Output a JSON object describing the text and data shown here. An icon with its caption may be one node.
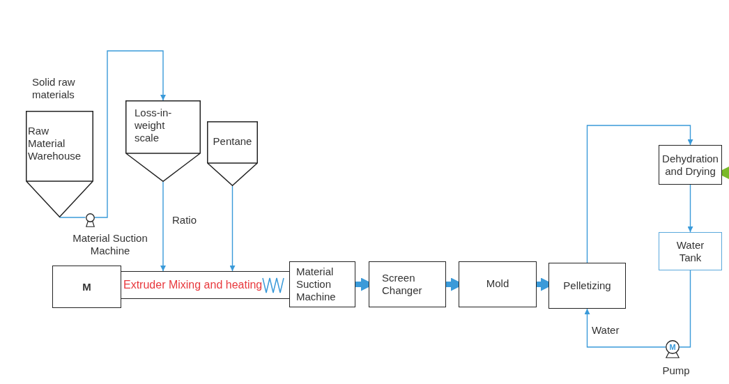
{
  "diagram": {
    "nodes": [
      {
        "text": [
          "Raw Material Warehouse"
        ],
        "beside": [
          "Solid raw materials"
        ]
      },
      {
        "text": [],
        "shape": "circle",
        "beside": [
          "Material Suction Machine"
        ]
      },
      {
        "text": [
          "Loss-in-weight scale"
        ]
      },
      {
        "text": [
          "Pentane"
        ]
      },
      {
        "text": [
          "M"
        ]
      },
      {
        "text": [
          "Extruder Mixing and heating"
        ]
      },
      {
        "text": [
          "Material Suction Machine"
        ]
      },
      {
        "text": [
          "Screen Changer"
        ]
      },
      {
        "text": [
          "Mold"
        ]
      },
      {
        "text": [
          "Pelletizing"
        ]
      },
      {
        "text": [
          "Dehydration and Drying"
        ]
      },
      {
        "text": [
          "Water Tank"
        ]
      },
      {
        "text": [
          "M"
        ],
        "beside": [
          "Pump"
        ]
      }
    ],
    "edges": [
      {
        "from": 0,
        "to": 1,
        "arrow": "none"
      },
      {
        "from": 1,
        "to": 2,
        "arrow": "to"
      },
      {
        "from": 2,
        "to": 5,
        "arrow": "to",
        "label": "Ratio"
      },
      {
        "from": 3,
        "to": 5,
        "arrow": "to"
      },
      {
        "from": 6,
        "to": 7,
        "arrow": "to",
        "style": "thick"
      },
      {
        "from": 7,
        "to": 8,
        "arrow": "to",
        "style": "thick"
      },
      {
        "from": 8,
        "to": 9,
        "arrow": "to",
        "style": "thick"
      },
      {
        "from": 9,
        "to": 10,
        "arrow": "to"
      },
      {
        "from": 10,
        "to": 11,
        "arrow": "to"
      },
      {
        "from": 11,
        "to": 12,
        "arrow": "none"
      },
      {
        "from": 12,
        "to": 9,
        "arrow": "to",
        "label": "Water"
      },
      {
        "from": null,
        "to": 10,
        "arrow": "to",
        "style": "thick",
        "color": "#7ab929"
      }
    ]
  }
}
